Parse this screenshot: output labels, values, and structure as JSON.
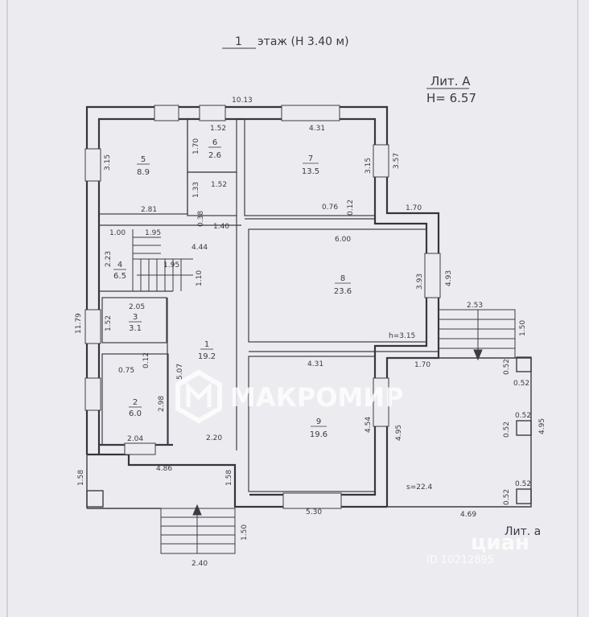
{
  "header": {
    "floor_number": "1",
    "floor_title": "этаж (Н 3.40 м)",
    "lit_a": "Лит. А",
    "height": "Н= 6.57",
    "lit_a_small": "Лит. а"
  },
  "dimensions": {
    "top_total": "10.13",
    "left_total": "11.79",
    "bottom_porch_width": "2.40",
    "bottom_porch_depth": "1.50",
    "bottom_wall": "4.86",
    "bottom_wall_2": "2.20",
    "bottom_left_1": "1.58",
    "bottom_left_2": "1.58",
    "right_room9_bottom": "5.30",
    "terrace_bottom": "4.69",
    "terrace_right": "4.95",
    "right_stairs_width": "2.53",
    "right_stairs_depth": "1.50",
    "ceiling_h": "h=3.15",
    "terrace_area": "s=22.4"
  },
  "rooms": [
    {
      "number": "5",
      "area": "8.9",
      "dims": [
        "3.15",
        "2.81"
      ]
    },
    {
      "number": "6",
      "area": "2.6",
      "dims": [
        "1.52",
        "1.70"
      ]
    },
    {
      "number": "7",
      "area": "13.5",
      "dims": [
        "4.31",
        "3.15",
        "0.76",
        "0.12"
      ]
    },
    {
      "number": "4",
      "area": "6.5",
      "dims": [
        "1.00",
        "1.95",
        "2.23",
        "1.95",
        "1.10"
      ]
    },
    {
      "number": "8",
      "area": "23.6",
      "dims": [
        "6.00",
        "3.93",
        "4.93"
      ]
    },
    {
      "number": "3",
      "area": "3.1",
      "dims": [
        "2.05",
        "1.52"
      ]
    },
    {
      "number": "1",
      "area": "19.2",
      "dims": [
        "4.44",
        "1.40",
        "5.07"
      ]
    },
    {
      "number": "2",
      "area": "6.0",
      "dims": [
        "0.75",
        "0.12",
        "2.98",
        "2.04"
      ]
    },
    {
      "number": "9",
      "area": "19.6",
      "dims": [
        "4.31",
        "4.54",
        "4.95"
      ]
    }
  ],
  "misc_dims": [
    "1.52",
    "1.33",
    "0.38",
    "3.57",
    "1.70",
    "1.70",
    "0.52",
    "0.52",
    "0.52",
    "0.52",
    "0.52",
    "0.52"
  ],
  "watermarks": {
    "brand": "МАКРОМИР",
    "cian": "циан",
    "cian_id": "ID 10212895"
  }
}
